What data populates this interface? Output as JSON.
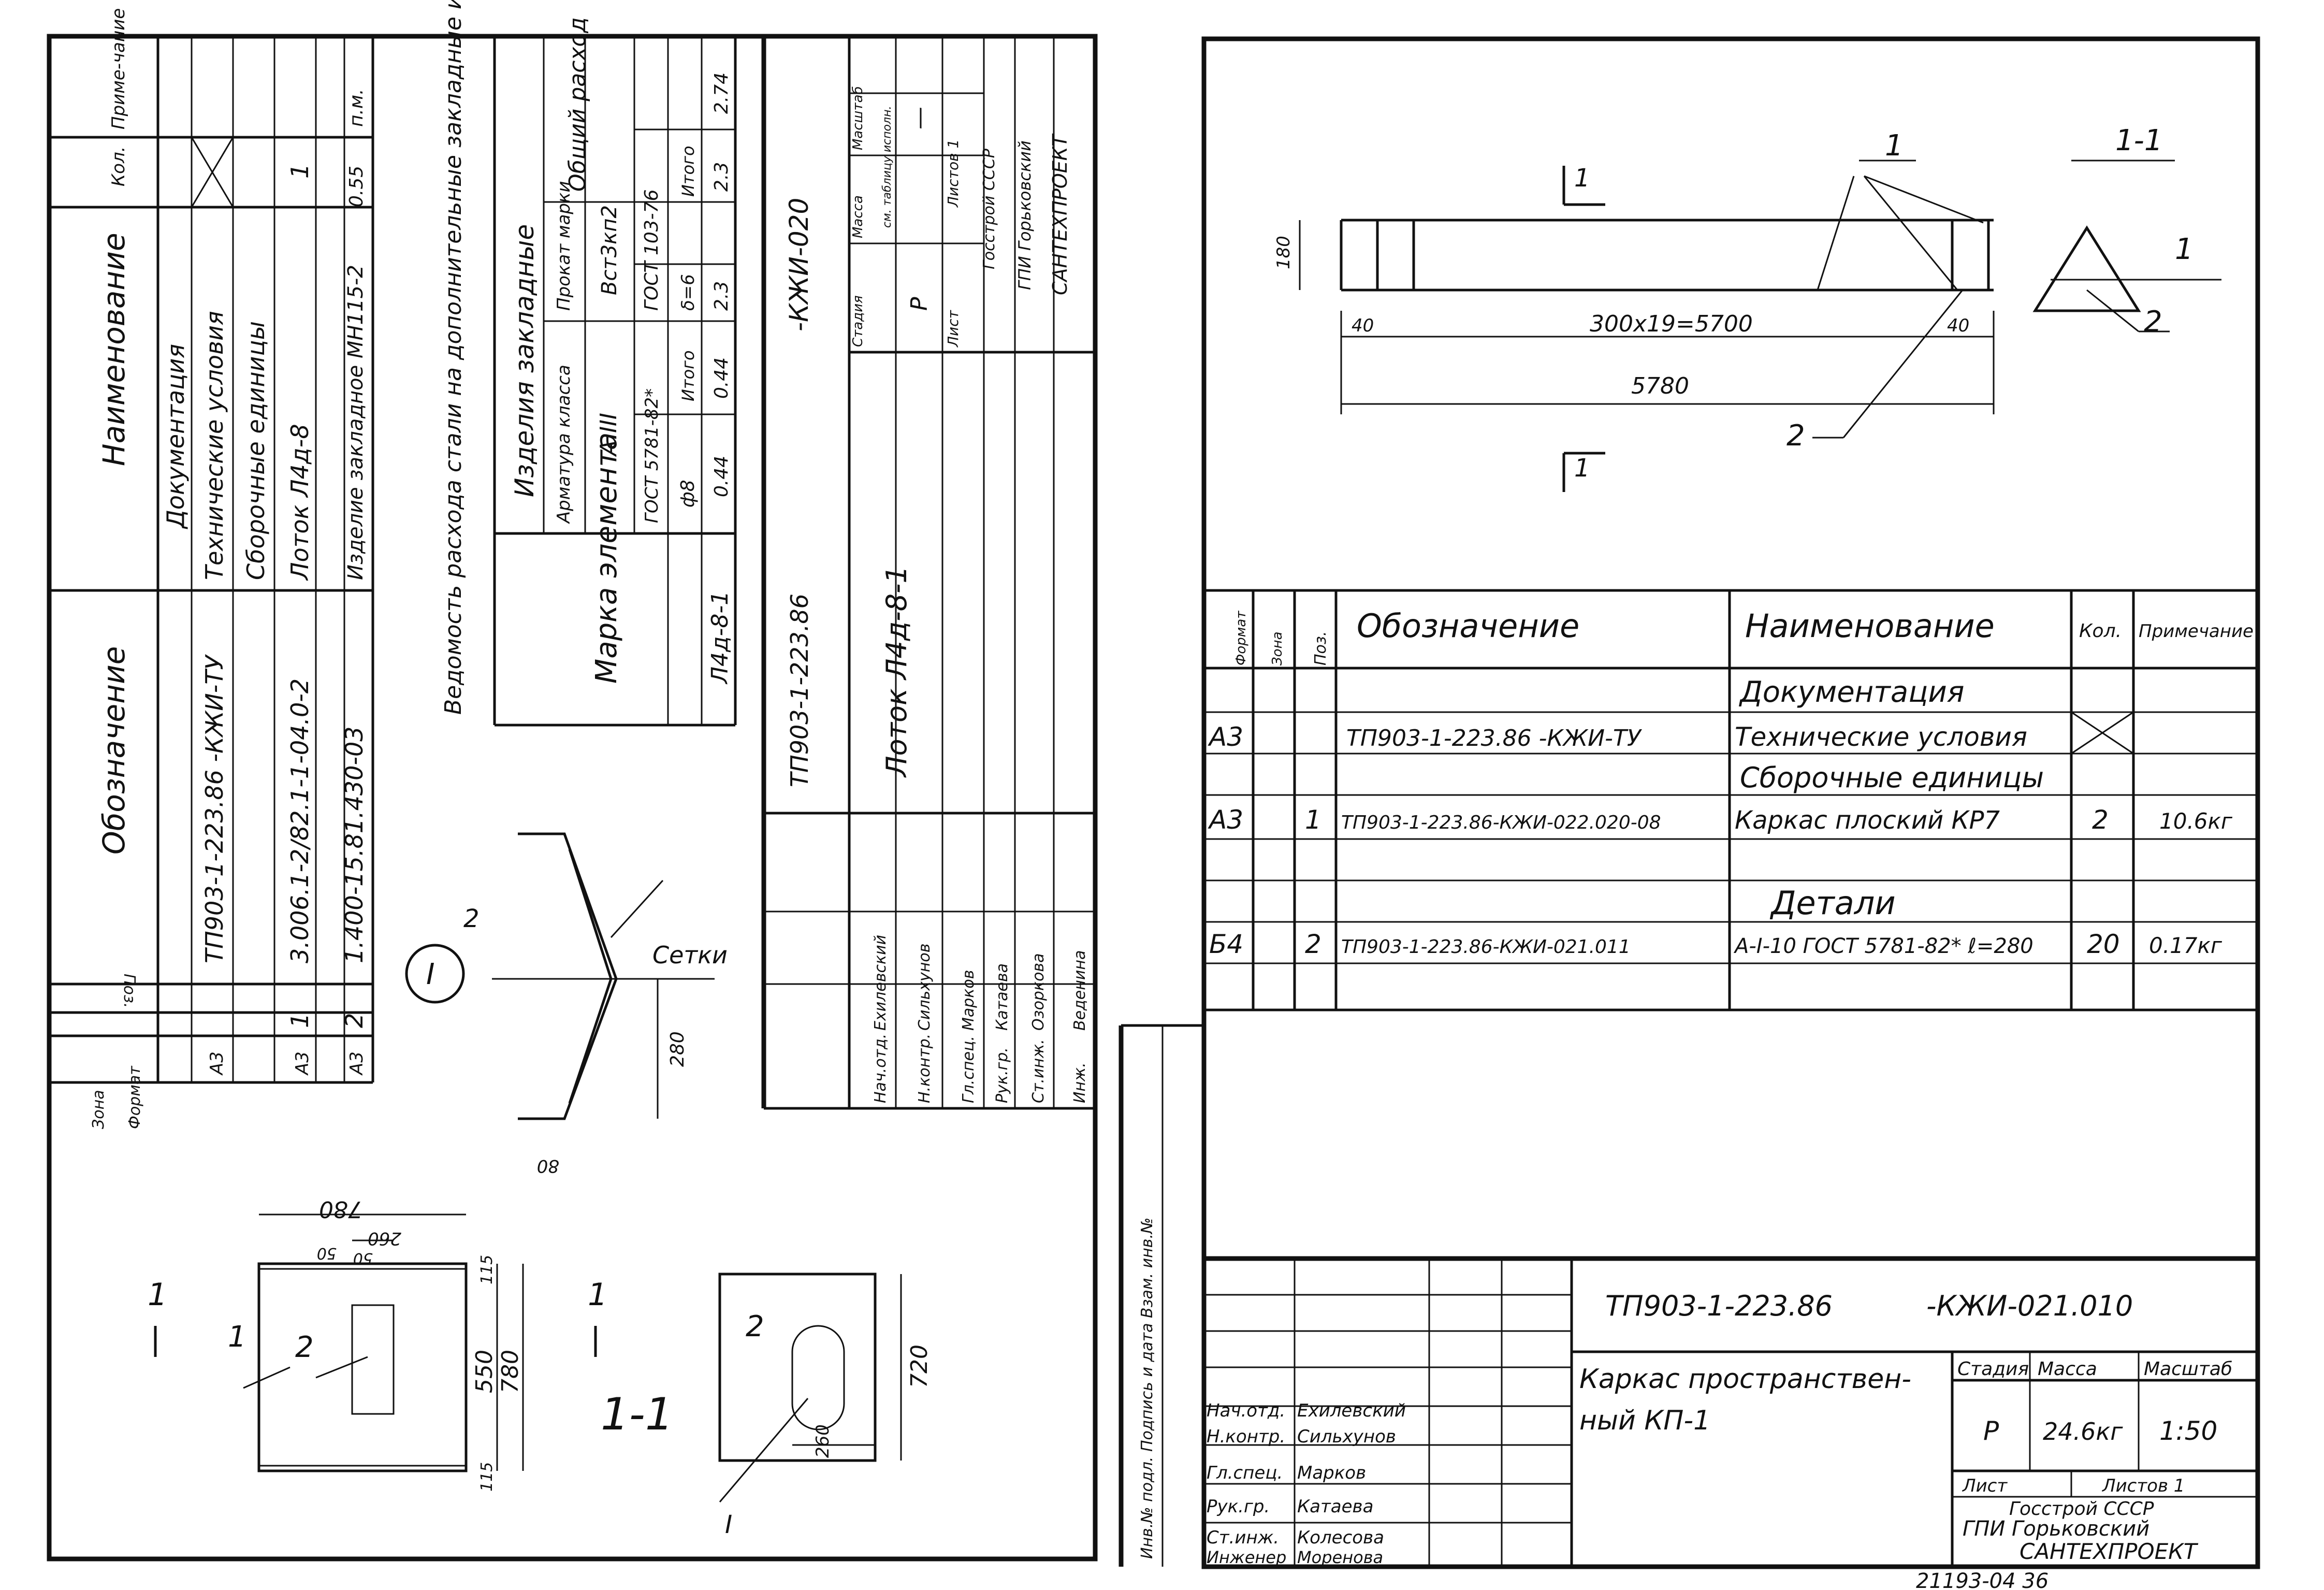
{
  "left_sheet": {
    "spec_table": {
      "headers": {
        "format": "Формат",
        "zone": "Зона",
        "pos": "Поз.",
        "designation": "Обозначение",
        "name": "Наименование",
        "qty": "Кол.",
        "note": "Приме-чание"
      },
      "rows": [
        {
          "format": "",
          "pos": "",
          "designation": "",
          "name": "Документация",
          "qty": "",
          "note": ""
        },
        {
          "format": "А3",
          "pos": "",
          "designation": "ТП903-1-223.86  -КЖИ-ТУ",
          "name": "Технические условия",
          "qty": "",
          "note": ""
        },
        {
          "format": "",
          "pos": "",
          "designation": "",
          "name": "Сборочные единицы",
          "qty": "",
          "note": ""
        },
        {
          "format": "А3",
          "pos": "1",
          "designation": "3.006.1-2/82.1-1-04.0-2",
          "name": "Лоток  Л4д-8",
          "qty": "1",
          "note": ""
        },
        {
          "format": "А3",
          "pos": "2",
          "designation": "1.400-15.81.430-03",
          "name": "Изделие закладное МН115-2",
          "qty": "0.55",
          "note": "п.м."
        }
      ]
    },
    "steel_table": {
      "title": "Ведомость расхода стали на дополнительные закладные изделия на один элемент, кг.",
      "col_mark": "Марка элемента",
      "group": "Изделия закладные",
      "armature": "Арматура класса",
      "armature_class": "А III",
      "armature_gost": "ГОСТ 5781-82*",
      "dia": "ф8",
      "total1": "Итого",
      "rolled": "Прокат марки",
      "rolled_grade": "Вст3кп2",
      "rolled_gost": "ГОСТ 103-76",
      "delta": "δ=6",
      "total2": "Итого",
      "overall": "Общий расход",
      "row_mark": "Л4д-8-1",
      "values": [
        "0.44",
        "0.44",
        "2.3",
        "2.3",
        "2.74"
      ]
    },
    "title_block": {
      "code": "ТП903-1-223.86",
      "code_suffix": "-КЖИ-020",
      "product": "Лоток  Л4д-8-1",
      "stage_label": "Стадия",
      "mass_label": "Масса",
      "scale_label": "Масштаб",
      "stage": "Р",
      "mass": "см. таблицу исполн.",
      "scale": "—",
      "sheet_label": "Лист",
      "sheets_label": "Листов 1",
      "org1": "Госстрой СССР",
      "org2": "ГПИ Горьковский",
      "org3": "САНТЕХПРОЕКТ",
      "signers": [
        {
          "role": "Нач.отд.",
          "name": "Ехилевский"
        },
        {
          "role": "Н.контр.",
          "name": "Сильхунов"
        },
        {
          "role": "Гл.спец.",
          "name": "Марков"
        },
        {
          "role": "Рук.гр.",
          "name": "Катаева"
        },
        {
          "role": "Ст.инж.",
          "name": "Озоркова"
        },
        {
          "role": "Инж.",
          "name": "Веденина"
        }
      ]
    },
    "drawing": {
      "detail": "I",
      "net_label": "Сетки",
      "section": "1-1",
      "dims": {
        "d780w": "780",
        "d260": "260",
        "d50a": "50",
        "d50b": "50",
        "d115": "115",
        "d550": "550",
        "d780h": "780",
        "d115b": "115",
        "d260b": "260",
        "d720": "720",
        "d280": "280",
        "d80": "80"
      },
      "callouts": [
        "1",
        "2",
        "2",
        "2"
      ],
      "cut": "1",
      "roman": "I"
    }
  },
  "right_sheet": {
    "drawing": {
      "section": "1-1",
      "d180": "180",
      "d40a": "40",
      "d_span": "300x19=5700",
      "d40b": "40",
      "d5780": "5780",
      "cut": "1",
      "callouts": [
        "1",
        "2",
        "1",
        "2"
      ]
    },
    "spec_table": {
      "headers": {
        "format": "Формат",
        "zone": "Зона",
        "pos": "Поз.",
        "designation": "Обозначение",
        "name": "Наименование",
        "qty": "Кол.",
        "note": "Примечание"
      },
      "rows": [
        {
          "format": "",
          "pos": "",
          "designation": "",
          "name": "Документация",
          "qty": "",
          "note": ""
        },
        {
          "format": "А3",
          "pos": "",
          "designation": "ТП903-1-223.86  -КЖИ-ТУ",
          "name": "Технические условия",
          "qty": "",
          "note": ""
        },
        {
          "format": "",
          "pos": "",
          "designation": "",
          "name": "Сборочные единицы",
          "qty": "",
          "note": ""
        },
        {
          "format": "А3",
          "pos": "1",
          "designation": "ТП903-1-223.86-КЖИ-022.020-08",
          "name": "Каркас плоский КР7",
          "qty": "2",
          "note": "10.6кг"
        },
        {
          "format": "",
          "pos": "",
          "designation": "",
          "name": "Детали",
          "qty": "",
          "note": ""
        },
        {
          "format": "Б4",
          "pos": "2",
          "designation": "ТП903-1-223.86-КЖИ-021.011",
          "name": "А-I-10 ГОСТ 5781-82* ℓ=280",
          "qty": "20",
          "note": "0.17кг"
        }
      ]
    },
    "side_stamp": "Инв.№ подл.  Подпись и дата  Взам. инв.№",
    "title_block": {
      "code": "ТП903-1-223.86",
      "code_suffix": "-КЖИ-021.010",
      "product_line1": "Каркас пространствен-",
      "product_line2": "ный     КП-1",
      "stage_label": "Стадия",
      "mass_label": "Масса",
      "scale_label": "Масштаб",
      "stage": "Р",
      "mass": "24.6кг",
      "scale": "1:50",
      "sheet_label": "Лист",
      "sheets_label": "Листов 1",
      "org1": "Госстрой СССР",
      "org2": "ГПИ Горьковский",
      "org3": "САНТЕХПРОЕКТ",
      "signers": [
        {
          "role": "Нач.отд.",
          "name": "Ехилевский"
        },
        {
          "role": "Н.контр.",
          "name": "Сильхунов"
        },
        {
          "role": "Гл.спец.",
          "name": "Марков"
        },
        {
          "role": "Рук.гр.",
          "name": "Катаева"
        },
        {
          "role": "Ст.инж.",
          "name": "Колесова"
        },
        {
          "role": "Инженер",
          "name": "Моренова"
        }
      ]
    },
    "footer_number": "21193-04  36"
  }
}
